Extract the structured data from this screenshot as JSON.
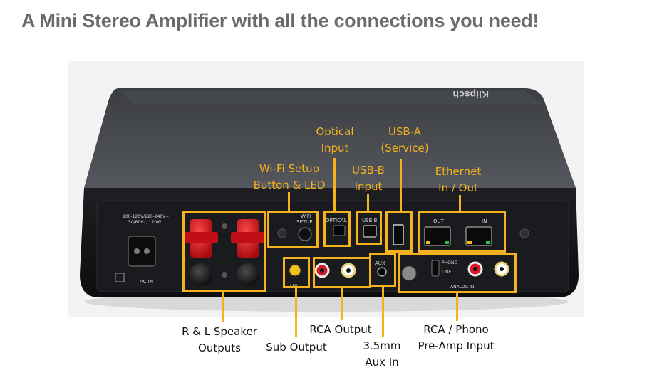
{
  "headline": "A Mini Stereo Amplifier with all the connections you need!",
  "device_markings": {
    "brand": "Klipsch",
    "power_spec_1": "100-120V/220-240V~",
    "power_spec_2": "50/60Hz, 120W",
    "ac_in": "AC IN",
    "wifi": "WiFi",
    "setup": "SETUP",
    "optical": "OPTICAL",
    "usb_b": "USB B",
    "out": "OUT",
    "in": "IN",
    "aux": "AUX",
    "lfe": "LFE",
    "phono": "PHONO",
    "line": "LINE",
    "analog_in": "ANALOG IN"
  },
  "callouts": {
    "optical_input": [
      "Optical",
      "Input"
    ],
    "usb_a": [
      "USB-A",
      "(Service)"
    ],
    "wifi_setup": [
      "Wi-Fi Setup",
      "Button & LED"
    ],
    "usb_b_input": [
      "USB-B",
      "Input"
    ],
    "ethernet": [
      "Ethernet",
      "In / Out"
    ]
  },
  "bottom_labels": {
    "speaker_outputs": [
      "R & L Speaker",
      "Outputs"
    ],
    "sub_output": "Sub Output",
    "rca_output": "RCA Output",
    "aux_in": [
      "3.5mm",
      "Aux In"
    ],
    "rca_phono": [
      "RCA / Phono",
      "Pre-Amp Input"
    ]
  },
  "colors": {
    "accent": "#f5b21e",
    "headline": "#6b6b6b",
    "device_body": "#2a2c30",
    "binding_post_red": "#d8121c"
  }
}
